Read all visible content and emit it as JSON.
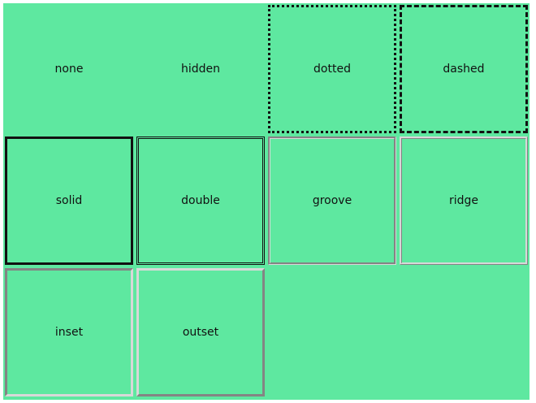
{
  "page": {
    "background_color": "#5ee8a0",
    "border_color": "#111111",
    "light_border_color": "#d8d8d8"
  },
  "boxes": [
    {
      "label": "none"
    },
    {
      "label": "hidden"
    },
    {
      "label": "dotted"
    },
    {
      "label": "dashed"
    },
    {
      "label": "solid"
    },
    {
      "label": "double"
    },
    {
      "label": "groove"
    },
    {
      "label": "ridge"
    },
    {
      "label": "inset"
    },
    {
      "label": "outset"
    }
  ]
}
